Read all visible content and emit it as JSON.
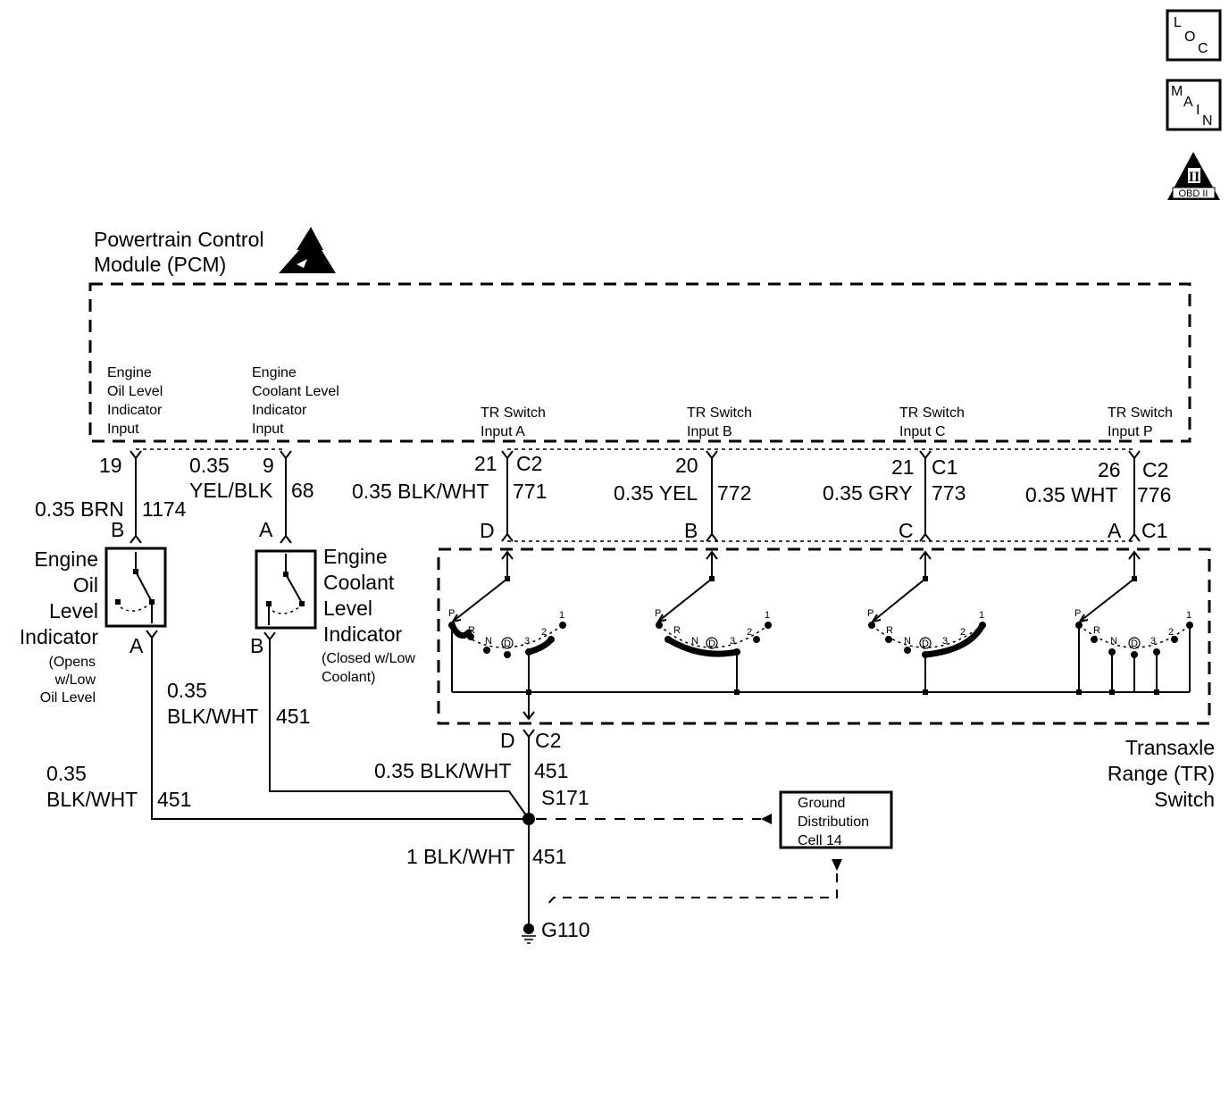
{
  "icons": {
    "loc": [
      "L",
      "O",
      "C"
    ],
    "main": [
      "M",
      "A",
      "I",
      "N"
    ],
    "obd": {
      "roman": "II",
      "label": "OBD II"
    }
  },
  "pcm": {
    "title_line1": "Powertrain Control",
    "title_line2": "Module (PCM)",
    "inputs": [
      {
        "lines": [
          "Engine",
          "Oil Level",
          "Indicator",
          "Input"
        ]
      },
      {
        "lines": [
          "Engine",
          "Coolant Level",
          "Indicator",
          "Input"
        ]
      },
      {
        "lines": [
          "TR Switch",
          "Input A"
        ]
      },
      {
        "lines": [
          "TR Switch",
          "Input B"
        ]
      },
      {
        "lines": [
          "TR Switch",
          "Input C"
        ]
      },
      {
        "lines": [
          "TR Switch",
          "Input P"
        ]
      }
    ]
  },
  "wires": {
    "oil": {
      "pin": "19",
      "size_color": "0.35 BRN",
      "circuit": "1174",
      "connector_top": "B",
      "connector_bottom": "A"
    },
    "coolant": {
      "pin": "9",
      "size": "0.35",
      "color": "YEL/BLK",
      "circuit": "68",
      "connector_top": "A",
      "connector_bottom": "B"
    },
    "tr_a": {
      "pin": "21",
      "conn": "C2",
      "size_color": "0.35 BLK/WHT",
      "circuit": "771",
      "terminal": "D"
    },
    "tr_b": {
      "pin": "20",
      "size_color": "0.35 YEL",
      "circuit": "772",
      "terminal": "B"
    },
    "tr_c": {
      "pin": "21",
      "conn": "C1",
      "size_color": "0.35 GRY",
      "circuit": "773",
      "terminal": "C"
    },
    "tr_p": {
      "pin": "26",
      "conn": "C2",
      "size_color": "0.35 WHT",
      "circuit": "776",
      "terminal": "A",
      "terminal_conn": "C1"
    }
  },
  "oil_indicator": {
    "lines": [
      "Engine",
      "Oil",
      "Level",
      "Indicator"
    ],
    "note": [
      "(Opens",
      "w/Low",
      "Oil Level"
    ]
  },
  "coolant_indicator": {
    "lines": [
      "Engine",
      "Coolant",
      "Level",
      "Indicator"
    ],
    "note": [
      "(Closed w/Low",
      "Coolant)"
    ]
  },
  "tr_switch": {
    "lines": [
      "Transaxle",
      "Range (TR)",
      "Switch"
    ],
    "positions": {
      "p": "P",
      "r": "R",
      "n": "N",
      "d": "D",
      "three": "3",
      "two": "2",
      "one": "1"
    }
  },
  "ground": {
    "oil_ground": {
      "size": "0.35",
      "color": "BLK/WHT",
      "circuit": "451"
    },
    "coolant_ground": {
      "size": "0.35",
      "color": "BLK/WHT",
      "circuit": "451"
    },
    "tr_ground": {
      "terminal": "D",
      "conn": "C2",
      "size_color": "0.35 BLK/WHT",
      "circuit": "451"
    },
    "splice": "S171",
    "main_wire": {
      "size_color": "1 BLK/WHT",
      "circuit": "451"
    },
    "ground_point": "G110",
    "distribution": [
      "Ground",
      "Distribution",
      "Cell 14"
    ]
  }
}
